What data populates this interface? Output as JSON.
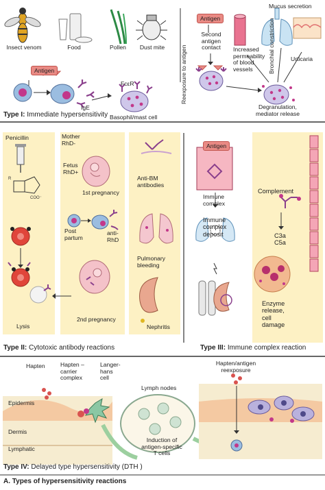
{
  "colors": {
    "panel_yellow": "#fdf1c4",
    "panel_beige": "#f6ecd0",
    "cell_blue": "#9bbde0",
    "mast_purple": "#cfc7ea",
    "granule": "#c2388a",
    "antibody": "#8a3f8c",
    "antigen_salmon": "#e98a84",
    "rbc_red": "#e0453a"
  },
  "type1": {
    "allergens": [
      "Insect venom",
      "Food",
      "Pollen",
      "Dust mite"
    ],
    "antigen_badge": "Antigen",
    "ige": "IgE",
    "fcer": "FcεR",
    "basophil": "Basophil/mast cell",
    "reexposure": "Reexposure to antigen",
    "antigen2": "Antigen",
    "second_contact": "Second\nantigen\ncontact",
    "permeability": "Increased\npermeability\nof blood\nvessels",
    "bronchial": "Bronchial\nconstriction",
    "mucus": "Mucus secretion",
    "urticaria": "Urticaria",
    "degran": "Degranulation,\nmediator release",
    "title_bold": "Type I:",
    "title_rest": " Immediate hypersensitivity"
  },
  "type2": {
    "penicillin": "Penicillin",
    "lysis": "Lysis",
    "mother": "Mother\nRhD-",
    "fetus": "Fetus\nRhD+",
    "first_preg": "1st pregnancy",
    "post_partum": "Post\npartum",
    "anti_rhd": "anti-\nRhD",
    "second_preg": "2nd pregnancy",
    "anti_bm": "Anti-BM\nantibodies",
    "pulm": "Pulmonary\nbleeding",
    "nephritis": "Nephritis",
    "title_bold": "Type II:",
    "title_rest": " Cytotoxic antibody reactions"
  },
  "type3": {
    "antigen": "Antigen",
    "immune_complex": "Immune\ncomplex",
    "deposit": "Immune\ncomplex\ndeposit",
    "complement": "Complement",
    "c3a": "C3a",
    "c5a": "C5a",
    "enzyme": "Enzyme\nrelease,\ncell\ndamage",
    "title_bold": "Type III:",
    "title_rest": " Immune complex reaction"
  },
  "type4": {
    "hapten": "Hapten",
    "carrier": "Hapten –\ncarrier\ncomplex",
    "langerhans": "Langer-\nhans\ncell",
    "lymph": "Lymph nodes",
    "reexposure": "Hapten/antigen\nreexposure",
    "epidermis": "Epidermis",
    "dermis": "Dermis",
    "lymphatic": "Lymphatic",
    "induction": "Induction of\nantigen-specific\nT cells",
    "title_bold": "Type IV:",
    "title_rest": " Delayed type hypersensitivity (DTH )"
  },
  "figure_caption": "A. Types of hypersensitivity reactions"
}
